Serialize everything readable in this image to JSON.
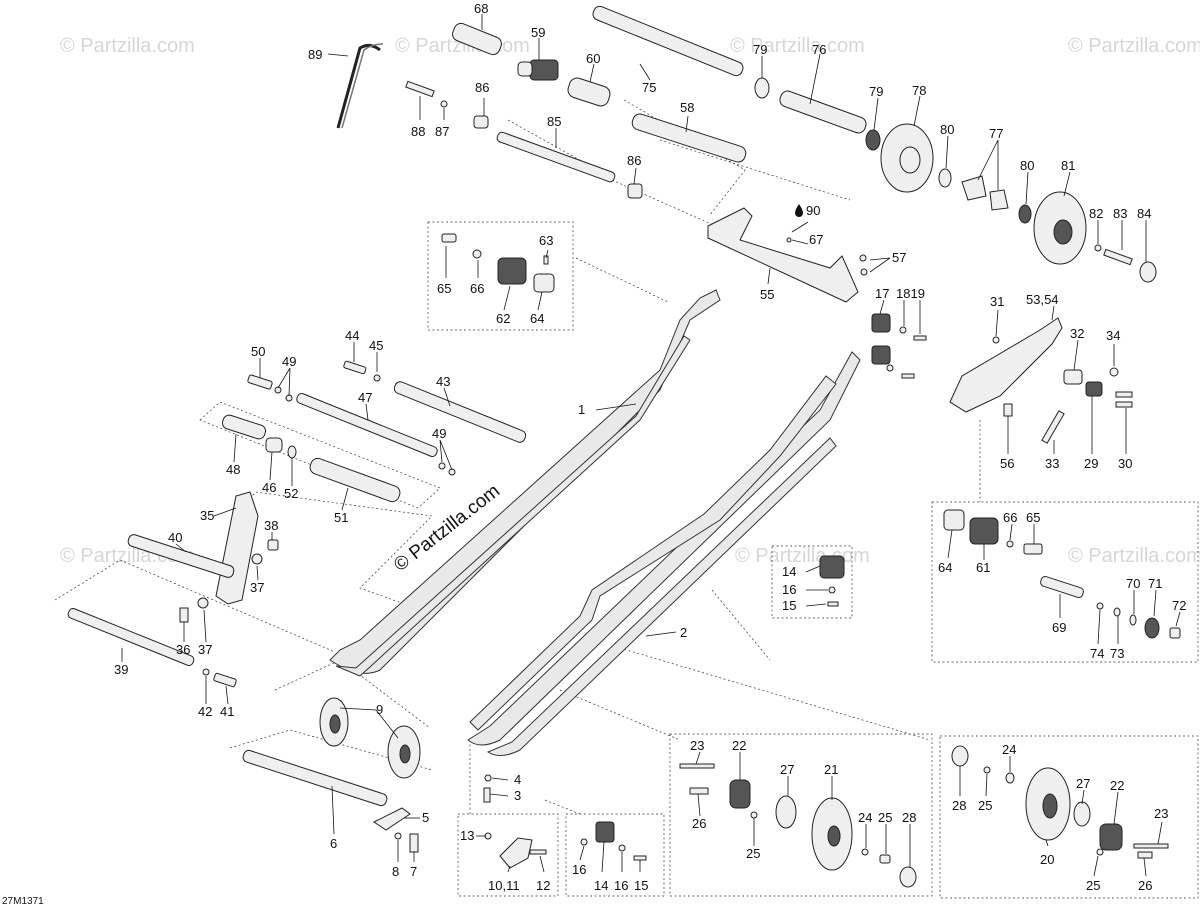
{
  "diagram": {
    "code": "27M1371",
    "watermark_copy": "© Partzilla.com",
    "watermark_site": "© Partzilla.com",
    "callouts": {
      "c1": "1",
      "c2": "2",
      "c3": "3",
      "c4": "4",
      "c5": "5",
      "c6": "6",
      "c7": "7",
      "c8": "8",
      "c9": "9",
      "c10_11a": "10,11",
      "c12": "12",
      "c13": "13",
      "c14a": "14",
      "c14b": "14",
      "c15a": "15",
      "c15b": "15",
      "c16a": "16",
      "c16b": "16",
      "c16c": "16",
      "c17": "17",
      "c18_19": "1819",
      "c20": "20",
      "c21": "21",
      "c22a": "22",
      "c22b": "22",
      "c23a": "23",
      "c23b": "23",
      "c24a": "24",
      "c24b": "24",
      "c25a": "25",
      "c25b": "25",
      "c25c": "25",
      "c26a": "26",
      "c26b": "26",
      "c27a": "27",
      "c27b": "27",
      "c28a": "28",
      "c28b": "28",
      "c29": "29",
      "c30": "30",
      "c31": "31",
      "c32": "32",
      "c33": "33",
      "c34": "34",
      "c35": "35",
      "c36": "36",
      "c37a": "37",
      "c37b": "37",
      "c38": "38",
      "c39": "39",
      "c40": "40",
      "c41": "41",
      "c42": "42",
      "c43": "43",
      "c44": "44",
      "c45": "45",
      "c46": "46",
      "c47": "47",
      "c48": "48",
      "c49a": "49",
      "c49b": "49",
      "c50": "50",
      "c51": "51",
      "c52": "52",
      "c53_54": "53,54",
      "c55": "55",
      "c56": "56",
      "c57": "57",
      "c58": "58",
      "c59": "59",
      "c60": "60",
      "c62": "62",
      "c63": "63",
      "c64a": "64",
      "c64b": "64",
      "c65a": "65",
      "c65b": "65",
      "c66a": "66",
      "c66b": "66",
      "c61": "61",
      "c67": "67",
      "c68": "68",
      "c69": "69",
      "c70": "70",
      "c71": "71",
      "c72": "72",
      "c73": "73",
      "c74": "74",
      "c75": "75",
      "c76": "76",
      "c77": "77",
      "c78": "78",
      "c79a": "79",
      "c79b": "79",
      "c80a": "80",
      "c80b": "80",
      "c81": "81",
      "c82": "82",
      "c83": "83",
      "c84": "84",
      "c85": "85",
      "c86a": "86",
      "c86b": "86",
      "c87": "87",
      "c88": "88",
      "c89": "89",
      "c90": "90"
    }
  }
}
